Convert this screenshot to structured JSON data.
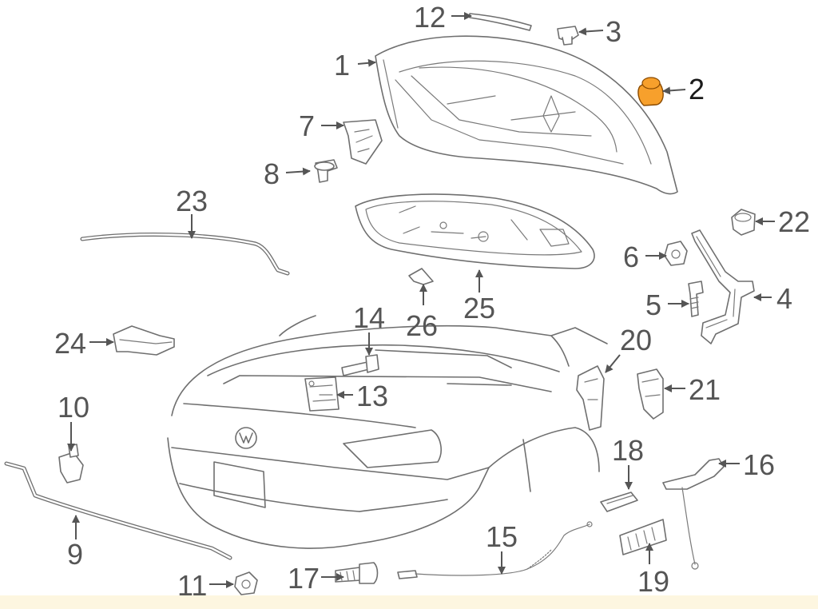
{
  "diagram": {
    "highlight_color": "#f7a02c",
    "highlighted_part": "2",
    "callouts": {
      "c1": "1",
      "c2": "2",
      "c3": "3",
      "c4": "4",
      "c5": "5",
      "c6": "6",
      "c7": "7",
      "c8": "8",
      "c9": "9",
      "c10": "10",
      "c11": "11",
      "c12": "12",
      "c13": "13",
      "c14": "14",
      "c15": "15",
      "c16": "16",
      "c17": "17",
      "c18": "18",
      "c19": "19",
      "c20": "20",
      "c21": "21",
      "c22": "22",
      "c23": "23",
      "c24": "24",
      "c25": "25",
      "c26": "26"
    }
  }
}
